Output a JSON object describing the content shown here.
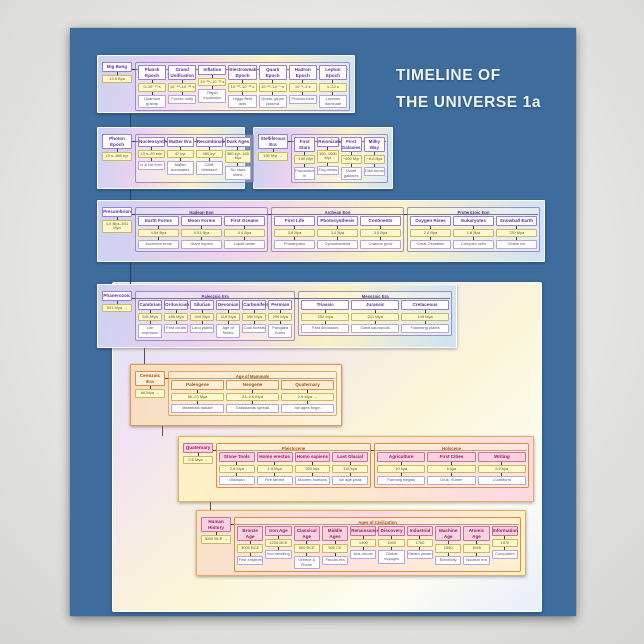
{
  "title": {
    "line1": "TIMELINE OF",
    "line2": "THE UNIVERSE 1a"
  },
  "colors": {
    "poster_background": "#3d6c9d",
    "title_text": "#eef6fc",
    "strip_gradient": [
      "#ccd2f2",
      "#ecd2ee",
      "#f9f2c4",
      "#cfe2f6"
    ]
  },
  "strips": [
    {
      "name": "Primordial Era",
      "lead": {
        "label": "Big Bang",
        "sub": "13.8 Bya"
      },
      "groups": [
        {
          "title": null,
          "boxes": [
            {
              "label": "Planck Epoch",
              "date": "0–10⁻⁴³ s",
              "note": "Quantum gravity"
            },
            {
              "label": "Grand Unification",
              "date": "10⁻⁴³–10⁻³⁶ s",
              "note": "Forces unify"
            },
            {
              "label": "Inflation",
              "date": "10⁻³⁶–10⁻³² s",
              "note": "Rapid expansion"
            },
            {
              "label": "Electroweak Epoch",
              "date": "10⁻³²–10⁻¹² s",
              "note": "Higgs field acts"
            },
            {
              "label": "Quark Epoch",
              "date": "10⁻¹²–10⁻⁶ s",
              "note": "Quark–gluon plasma"
            },
            {
              "label": "Hadron Epoch",
              "date": "10⁻⁶–1 s",
              "note": "Protons form"
            },
            {
              "label": "Lepton Epoch",
              "date": "1–10 s",
              "note": "Leptons dominate"
            }
          ]
        }
      ]
    },
    {
      "name": "Photon Epoch",
      "lead": {
        "label": "Photon Epoch",
        "sub": "10 s–380 kyr"
      },
      "groups": [
        {
          "title": null,
          "boxes": [
            {
              "label": "Nucleosynthesis",
              "date": "10 s–20 min",
              "note": "H & He form"
            },
            {
              "label": "Matter Era",
              "date": "47 kyr",
              "note": "Matter dominates"
            },
            {
              "label": "Recombination",
              "date": "380 kyr",
              "note": "CMB released"
            },
            {
              "label": "Dark Ages",
              "date": "380 kyr–150 Myr",
              "note": "No stars shine"
            }
          ]
        }
      ]
    },
    {
      "name": "Stelliferous Era",
      "lead": {
        "label": "Stelliferous Era",
        "sub": "150 Myr →"
      },
      "groups": [
        {
          "title": null,
          "boxes": [
            {
              "label": "First Stars",
              "date": "~150 Myr",
              "note": "Population III"
            },
            {
              "label": "Reionization",
              "date": "150–1000 Myr",
              "note": "Fog clears"
            },
            {
              "label": "First Galaxies",
              "date": "~400 Myr",
              "note": "Dwarf galaxies"
            },
            {
              "label": "Milky Way",
              "date": "~8.8 Bya",
              "note": "Disk forms"
            }
          ]
        }
      ]
    },
    {
      "name": "Precambrian",
      "lead": {
        "label": "Precambrian",
        "sub": "4.6 Bya–541 Mya"
      },
      "groups": [
        {
          "title": "Hadean Eon",
          "boxes": [
            {
              "label": "Earth Forms",
              "date": "4.54 Bya",
              "note": "Accretion ends"
            },
            {
              "label": "Moon Forms",
              "date": "4.51 Bya",
              "note": "Giant impact"
            },
            {
              "label": "First Oceans",
              "date": "4.4 Bya",
              "note": "Liquid water"
            }
          ]
        },
        {
          "title": "Archean Eon",
          "boxes": [
            {
              "label": "First Life",
              "date": "3.8 Bya",
              "note": "Prokaryotes"
            },
            {
              "label": "Photosynthesis",
              "date": "3.4 Bya",
              "note": "Cyanobacteria"
            },
            {
              "label": "Continents",
              "date": "3.0 Bya",
              "note": "Cratons grow"
            }
          ]
        },
        {
          "title": "Proterozoic Eon",
          "boxes": [
            {
              "label": "Oxygen Rises",
              "date": "2.4 Bya",
              "note": "Great Oxidation"
            },
            {
              "label": "Eukaryotes",
              "date": "1.8 Bya",
              "note": "Complex cells"
            },
            {
              "label": "Snowball Earth",
              "date": "720 Mya",
              "note": "Global ice"
            }
          ]
        }
      ]
    },
    {
      "name": "Phanerozoic",
      "lead": {
        "label": "Phanerozoic",
        "sub": "541 Mya →"
      },
      "groups": [
        {
          "title": "Paleozoic Era",
          "boxes": [
            {
              "label": "Cambrian",
              "date": "541 Mya",
              "note": "Life explosion"
            },
            {
              "label": "Ordovician",
              "date": "485 Mya",
              "note": "First corals"
            },
            {
              "label": "Silurian",
              "date": "444 Mya",
              "note": "Land plants"
            },
            {
              "label": "Devonian",
              "date": "419 Mya",
              "note": "Age of fishes"
            },
            {
              "label": "Carboniferous",
              "date": "359 Mya",
              "note": "Coal forests"
            },
            {
              "label": "Permian",
              "date": "299 Mya",
              "note": "Pangaea forms"
            }
          ]
        },
        {
          "title": "Mesozoic Era",
          "boxes": [
            {
              "label": "Triassic",
              "date": "252 Mya",
              "note": "First dinosaurs"
            },
            {
              "label": "Jurassic",
              "date": "201 Mya",
              "note": "Giant sauropods"
            },
            {
              "label": "Cretaceous",
              "date": "145 Mya",
              "note": "Flowering plants"
            }
          ]
        }
      ]
    },
    {
      "name": "Cenozoic Era",
      "lead": {
        "label": "Cenozoic Era",
        "sub": "66 Mya →"
      },
      "groups": [
        {
          "title": "Age of Mammals",
          "boxes": [
            {
              "label": "Paleogene",
              "date": "66–23 Mya",
              "note": "Mammals radiate"
            },
            {
              "label": "Neogene",
              "date": "23–2.6 Mya",
              "note": "Grasslands spread"
            },
            {
              "label": "Quaternary",
              "date": "2.6 Mya →",
              "note": "Ice ages begin"
            }
          ]
        }
      ]
    },
    {
      "name": "Quaternary",
      "lead": {
        "label": "Quaternary",
        "sub": "2.6 Mya →"
      },
      "groups": [
        {
          "title": "Pleistocene",
          "boxes": [
            {
              "label": "Stone Tools",
              "date": "2.6 Mya",
              "note": "Oldowan"
            },
            {
              "label": "Homo erectus",
              "date": "1.9 Mya",
              "note": "Fire tamed"
            },
            {
              "label": "Homo sapiens",
              "date": "300 kya",
              "note": "Modern humans"
            },
            {
              "label": "Last Glacial",
              "date": "115 kya",
              "note": "Ice age peak"
            }
          ]
        },
        {
          "title": "Holocene",
          "boxes": [
            {
              "label": "Agriculture",
              "date": "10 kya",
              "note": "Farming begins"
            },
            {
              "label": "First Cities",
              "date": "6 kya",
              "note": "Uruk, Sumer"
            },
            {
              "label": "Writing",
              "date": "5.2 kya",
              "note": "Cuneiform"
            }
          ]
        }
      ]
    },
    {
      "name": "Human History",
      "lead": {
        "label": "Human History",
        "sub": "3000 BCE →"
      },
      "groups": [
        {
          "title": "Ages of Civilization",
          "boxes": [
            {
              "label": "Bronze Age",
              "date": "3000 BCE",
              "note": "First empires"
            },
            {
              "label": "Iron Age",
              "date": "1200 BCE",
              "note": "Iron smelting"
            },
            {
              "label": "Classical Age",
              "date": "500 BCE",
              "note": "Greece & Rome"
            },
            {
              "label": "Middle Ages",
              "date": "500 CE",
              "note": "Feudal era"
            },
            {
              "label": "Renaissance",
              "date": "1400",
              "note": "Arts reborn"
            },
            {
              "label": "Discovery",
              "date": "1500",
              "note": "Global voyages"
            },
            {
              "label": "Industrial",
              "date": "1760",
              "note": "Steam power"
            },
            {
              "label": "Machine Age",
              "date": "1880",
              "note": "Electricity"
            },
            {
              "label": "Atomic Age",
              "date": "1945",
              "note": "Nuclear era"
            },
            {
              "label": "Information",
              "date": "1970",
              "note": "Computers"
            }
          ]
        }
      ]
    }
  ]
}
